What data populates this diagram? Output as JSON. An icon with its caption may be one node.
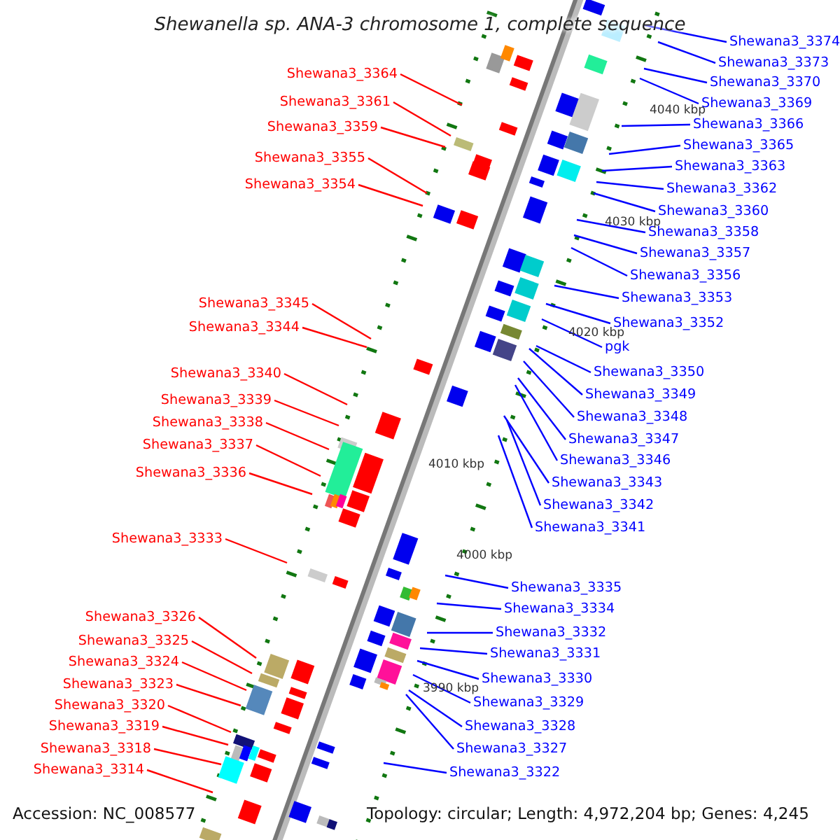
{
  "diagram": {
    "title": "Shewanella sp. ANA-3 chromosome 1, complete sequence",
    "nodes": [
      {
        "text": [
          "Shewana3_3364"
        ]
      },
      {
        "text": [
          "Shewana3_3361"
        ]
      },
      {
        "text": [
          "Shewana3_3359"
        ]
      },
      {
        "text": [
          "Shewana3_3355"
        ]
      },
      {
        "text": [
          "Shewana3_3354"
        ]
      },
      {
        "text": [
          "Shewana3_3345"
        ]
      },
      {
        "text": [
          "Shewana3_3344"
        ]
      },
      {
        "text": [
          "Shewana3_3340"
        ]
      },
      {
        "text": [
          "Shewana3_3339"
        ]
      },
      {
        "text": [
          "Shewana3_3338"
        ]
      },
      {
        "text": [
          "Shewana3_3337"
        ]
      },
      {
        "text": [
          "Shewana3_3336"
        ]
      },
      {
        "text": [
          "Shewana3_3333"
        ]
      },
      {
        "text": [
          "Shewana3_3326"
        ]
      },
      {
        "text": [
          "Shewana3_3325"
        ]
      },
      {
        "text": [
          "Shewana3_3324"
        ]
      },
      {
        "text": [
          "Shewana3_3323"
        ]
      },
      {
        "text": [
          "Shewana3_3320"
        ]
      },
      {
        "text": [
          "Shewana3_3319"
        ]
      },
      {
        "text": [
          "Shewana3_3318"
        ]
      },
      {
        "text": [
          "Shewana3_3314"
        ]
      },
      {
        "text": [
          "Shewana3_3374"
        ]
      },
      {
        "text": [
          "Shewana3_3373"
        ]
      },
      {
        "text": [
          "Shewana3_3370"
        ]
      },
      {
        "text": [
          "Shewana3_3369"
        ]
      },
      {
        "text": [
          "Shewana3_3366"
        ]
      },
      {
        "text": [
          "Shewana3_3365"
        ]
      },
      {
        "text": [
          "Shewana3_3363"
        ]
      },
      {
        "text": [
          "Shewana3_3362"
        ]
      },
      {
        "text": [
          "Shewana3_3360"
        ]
      },
      {
        "text": [
          "Shewana3_3358"
        ]
      },
      {
        "text": [
          "Shewana3_3357"
        ]
      },
      {
        "text": [
          "Shewana3_3356"
        ]
      },
      {
        "text": [
          "Shewana3_3353"
        ]
      },
      {
        "text": [
          "Shewana3_3352"
        ]
      },
      {
        "text": [
          "pgk"
        ]
      },
      {
        "text": [
          "Shewana3_3350"
        ]
      },
      {
        "text": [
          "Shewana3_3349"
        ]
      },
      {
        "text": [
          "Shewana3_3348"
        ]
      },
      {
        "text": [
          "Shewana3_3347"
        ]
      },
      {
        "text": [
          "Shewana3_3346"
        ]
      },
      {
        "text": [
          "Shewana3_3343"
        ]
      },
      {
        "text": [
          "Shewana3_3342"
        ]
      },
      {
        "text": [
          "Shewana3_3341"
        ]
      },
      {
        "text": [
          "Shewana3_3335"
        ]
      },
      {
        "text": [
          "Shewana3_3334"
        ]
      },
      {
        "text": [
          "Shewana3_3332"
        ]
      },
      {
        "text": [
          "Shewana3_3331"
        ]
      },
      {
        "text": [
          "Shewana3_3330"
        ]
      },
      {
        "text": [
          "Shewana3_3329"
        ]
      },
      {
        "text": [
          "Shewana3_3328"
        ]
      },
      {
        "text": [
          "Shewana3_3327"
        ]
      },
      {
        "text": [
          "Shewana3_3322"
        ]
      }
    ],
    "edges": [
      {
        "from": 0,
        "to": null,
        "arrow": "none",
        "color": "#ff0000"
      },
      {
        "from": 1,
        "to": null,
        "arrow": "none",
        "color": "#ff0000"
      },
      {
        "from": 2,
        "to": null,
        "arrow": "none",
        "color": "#ff0000"
      },
      {
        "from": 3,
        "to": null,
        "arrow": "none",
        "color": "#ff0000"
      },
      {
        "from": 4,
        "to": null,
        "arrow": "none",
        "color": "#ff0000"
      },
      {
        "from": 5,
        "to": null,
        "arrow": "none",
        "color": "#ff0000"
      },
      {
        "from": 6,
        "to": null,
        "arrow": "none",
        "color": "#ff0000"
      },
      {
        "from": 7,
        "to": null,
        "arrow": "none",
        "color": "#ff0000"
      },
      {
        "from": 8,
        "to": null,
        "arrow": "none",
        "color": "#ff0000"
      },
      {
        "from": 9,
        "to": null,
        "arrow": "none",
        "color": "#ff0000"
      },
      {
        "from": 10,
        "to": null,
        "arrow": "none",
        "color": "#ff0000"
      },
      {
        "from": 11,
        "to": null,
        "arrow": "none",
        "color": "#ff0000"
      },
      {
        "from": 12,
        "to": null,
        "arrow": "none",
        "color": "#ff0000"
      },
      {
        "from": 13,
        "to": null,
        "arrow": "none",
        "color": "#ff0000"
      },
      {
        "from": 14,
        "to": null,
        "arrow": "none",
        "color": "#ff0000"
      },
      {
        "from": 15,
        "to": null,
        "arrow": "none",
        "color": "#ff0000"
      },
      {
        "from": 16,
        "to": null,
        "arrow": "none",
        "color": "#ff0000"
      },
      {
        "from": 17,
        "to": null,
        "arrow": "none",
        "color": "#ff0000"
      },
      {
        "from": 18,
        "to": null,
        "arrow": "none",
        "color": "#ff0000"
      },
      {
        "from": 19,
        "to": null,
        "arrow": "none",
        "color": "#ff0000"
      },
      {
        "from": 20,
        "to": null,
        "arrow": "none",
        "color": "#ff0000"
      },
      {
        "from": 21,
        "to": null,
        "arrow": "none"
      },
      {
        "from": 22,
        "to": null,
        "arrow": "none"
      },
      {
        "from": 23,
        "to": null,
        "arrow": "none"
      },
      {
        "from": 24,
        "to": null,
        "arrow": "none"
      },
      {
        "from": 25,
        "to": null,
        "arrow": "none"
      },
      {
        "from": 26,
        "to": null,
        "arrow": "none"
      },
      {
        "from": 27,
        "to": null,
        "arrow": "none"
      },
      {
        "from": 28,
        "to": null,
        "arrow": "none"
      },
      {
        "from": 29,
        "to": null,
        "arrow": "none"
      },
      {
        "from": 30,
        "to": null,
        "arrow": "none"
      },
      {
        "from": 31,
        "to": null,
        "arrow": "none"
      },
      {
        "from": 32,
        "to": null,
        "arrow": "none"
      },
      {
        "from": 33,
        "to": null,
        "arrow": "none"
      },
      {
        "from": 34,
        "to": null,
        "arrow": "none"
      },
      {
        "from": 35,
        "to": null,
        "arrow": "none"
      },
      {
        "from": 36,
        "to": null,
        "arrow": "none"
      },
      {
        "from": 37,
        "to": null,
        "arrow": "none"
      },
      {
        "from": 38,
        "to": null,
        "arrow": "none"
      },
      {
        "from": 39,
        "to": null,
        "arrow": "none"
      },
      {
        "from": 40,
        "to": null,
        "arrow": "none"
      },
      {
        "from": 41,
        "to": null,
        "arrow": "none"
      },
      {
        "from": 42,
        "to": null,
        "arrow": "none"
      },
      {
        "from": 43,
        "to": null,
        "arrow": "none"
      },
      {
        "from": 44,
        "to": null,
        "arrow": "none"
      },
      {
        "from": 45,
        "to": null,
        "arrow": "none"
      },
      {
        "from": 46,
        "to": null,
        "arrow": "none"
      },
      {
        "from": 47,
        "to": null,
        "arrow": "none"
      },
      {
        "from": 48,
        "to": null,
        "arrow": "none"
      },
      {
        "from": 49,
        "to": null,
        "arrow": "none"
      },
      {
        "from": 50,
        "to": null,
        "arrow": "none"
      },
      {
        "from": 51,
        "to": null,
        "arrow": "none"
      },
      {
        "from": 52,
        "to": null,
        "arrow": "none"
      }
    ],
    "labels": [
      "4040 kbp",
      "4030 kbp",
      "4020 kbp",
      "4010 kbp",
      "4000 kbp",
      "3990 kbp",
      "Accession: NC_008577",
      "Topology: circular; Length: 4,972,204 bp; Genes: 4,245"
    ]
  }
}
